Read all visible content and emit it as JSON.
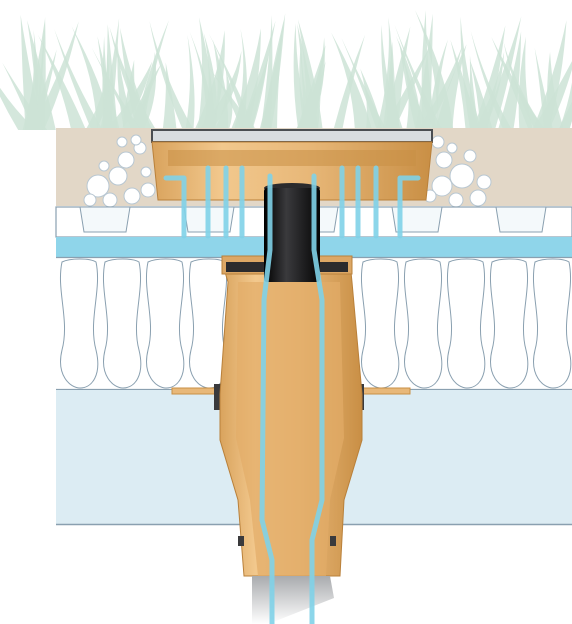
{
  "diagram": {
    "subject": "",
    "components": [
      "grass",
      "gravel-border",
      "substrate-layer",
      "drain-grate",
      "drainage-board",
      "waterproof-membrane",
      "insulation-layer",
      "concrete-deck",
      "roof-drain-body",
      "overflow-standpipe",
      "water-flow-lines",
      "outlet-pipe"
    ],
    "colors": {
      "grass": "#cde3d6",
      "substrate": "#e2d7c7",
      "drain_body": "#e8b879",
      "drain_body_dark": "#c98f45",
      "water": "#7fd1e8",
      "membrane": "#8fd5ea",
      "concrete": "#dcecf3",
      "standpipe": "#1d1d1f",
      "outline": "#8aa0b0",
      "grate": "#d8dde0",
      "outlet": "#bdbfc2"
    }
  }
}
